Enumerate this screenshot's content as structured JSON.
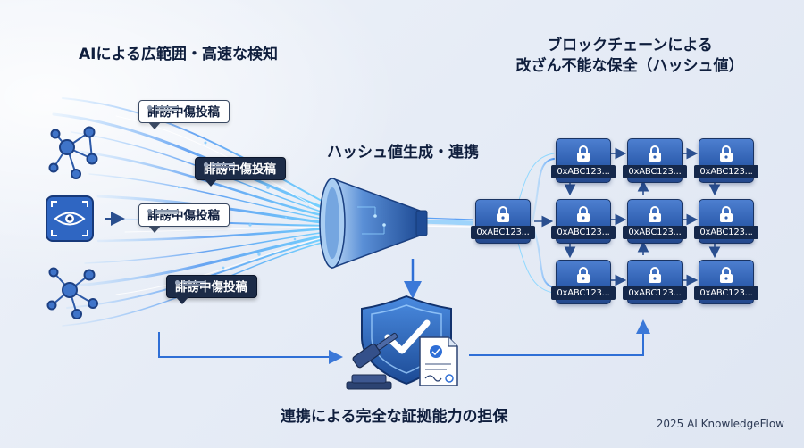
{
  "headings": {
    "left": "AIによる広範囲・高速な検知",
    "right_line1": "ブロックチェーンによる",
    "right_line2": "改ざん不能な保全（ハッシュ値）",
    "center": "ハッシュ値生成・連携",
    "bottom": "連携による完全な証拠能力の担保"
  },
  "posts": [
    {
      "label": "誹謗中傷投稿",
      "style": "light"
    },
    {
      "label": "誹謗中傷投稿",
      "style": "dark"
    },
    {
      "label": "誹謗中傷投稿",
      "style": "light"
    },
    {
      "label": "誹謗中傷投稿",
      "style": "dark"
    }
  ],
  "blocks": {
    "entry": "0xABC123...",
    "grid": [
      [
        "0xABC123...",
        "0xABC123...",
        "0xABC123..."
      ],
      [
        "0xABC123...",
        "0xABC123...",
        "0xABC123..."
      ],
      [
        "0xABC123...",
        "0xABC123...",
        "0xABC123..."
      ]
    ]
  },
  "footer": "2025 AI KnowledgeFlow",
  "icons": [
    "network-icon",
    "eye-scan-icon",
    "funnel-icon",
    "shield-check-icon",
    "gavel-icon",
    "certificate-icon",
    "lock-icon"
  ],
  "colors": {
    "accent": "#2f6fd6",
    "navy": "#15284b",
    "light_blue": "#6fb6ff"
  }
}
